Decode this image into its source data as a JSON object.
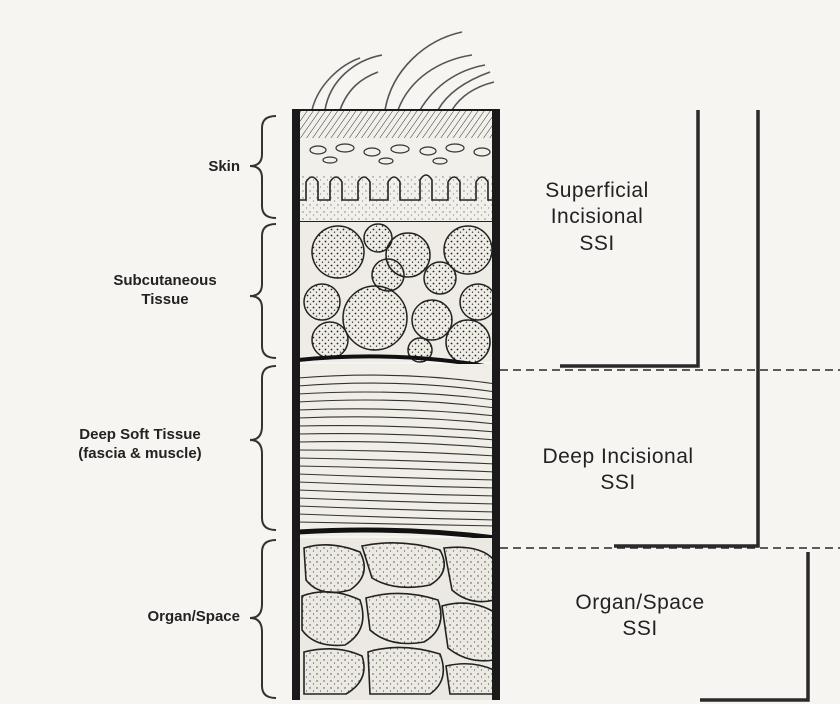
{
  "layers": [
    {
      "id": "skin",
      "label": "Skin"
    },
    {
      "id": "subcutaneous",
      "label": "Subcutaneous\nTissue"
    },
    {
      "id": "deep-soft",
      "label": "Deep Soft Tissue\n(fascia & muscle)"
    },
    {
      "id": "organ",
      "label": "Organ/Space"
    }
  ],
  "ssi_categories": [
    {
      "id": "superficial",
      "label": "Superficial\nIncisional\nSSI"
    },
    {
      "id": "deep",
      "label": "Deep Incisional\nSSI"
    },
    {
      "id": "organ-space",
      "label": "Organ/Space\nSSI"
    }
  ],
  "colors": {
    "ink": "#1c1c1c",
    "paper": "#f7f5f1"
  }
}
